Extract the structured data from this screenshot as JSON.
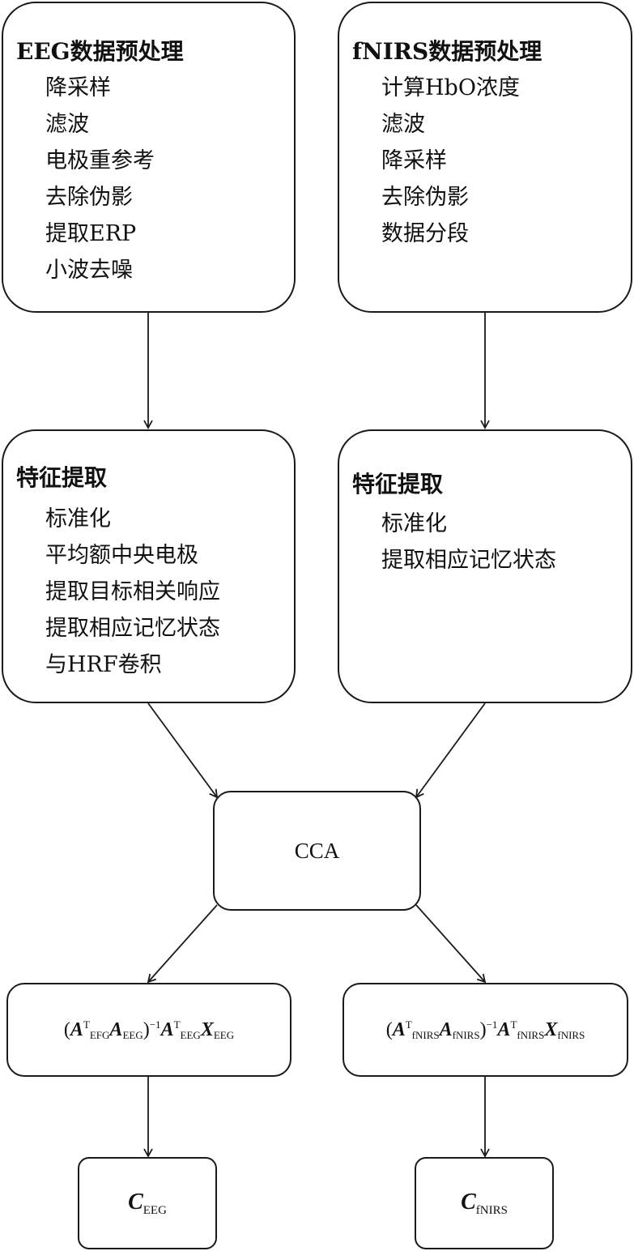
{
  "eeg_preprocess": {
    "title": "EEG数据预处理",
    "steps": [
      "降采样",
      "滤波",
      "电极重参考",
      "去除伪影",
      "提取ERP",
      "小波去噪"
    ]
  },
  "fnirs_preprocess": {
    "title": "fNIRS数据预处理",
    "steps": [
      "计算HbO浓度",
      "滤波",
      "降采样",
      "去除伪影",
      "数据分段"
    ]
  },
  "eeg_features": {
    "title": "特征提取",
    "steps": [
      "标准化",
      "平均额中央电极",
      "提取目标相关响应",
      "提取相应记忆状态",
      "与HRF卷积"
    ]
  },
  "fnirs_features": {
    "title": "特征提取",
    "steps": [
      "标准化",
      "提取相应记忆状态"
    ]
  },
  "cca": {
    "label": "CCA"
  },
  "eeg_formula": {
    "open": "(",
    "A": "A",
    "T": "T",
    "sub_efg": "EFG",
    "sub_eeg": "EEG",
    "close_inv": ")",
    "inv": "−1",
    "X": "X"
  },
  "fnirs_formula": {
    "open": "(",
    "A": "A",
    "T": "T",
    "sub": "fNIRS",
    "close_inv": ")",
    "inv": "−1",
    "X": "X"
  },
  "eeg_output": {
    "symbol": "C",
    "sub": "EEG"
  },
  "fnirs_output": {
    "symbol": "C",
    "sub": "fNIRS"
  }
}
